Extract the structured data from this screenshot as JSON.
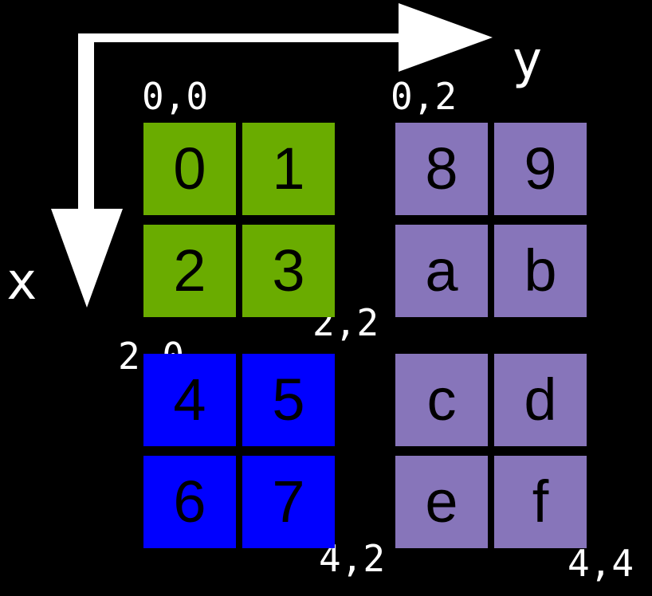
{
  "axes": {
    "y_label": "y",
    "x_label": "x"
  },
  "coords": {
    "c00": "0,0",
    "c02": "0,2",
    "c22": "2,2",
    "c20": "2,0",
    "c42": "4,2",
    "c44": "4,4"
  },
  "blocks": {
    "green": {
      "color": "#6aac00",
      "cells": [
        "0",
        "1",
        "2",
        "3"
      ]
    },
    "blue": {
      "color": "#0000ff",
      "cells": [
        "4",
        "5",
        "6",
        "7"
      ]
    },
    "purple_top": {
      "color": "#8775ba",
      "cells": [
        "8",
        "9",
        "a",
        "b"
      ]
    },
    "purple_bottom": {
      "color": "#8775ba",
      "cells": [
        "c",
        "d",
        "e",
        "f"
      ]
    }
  },
  "background": "#000000",
  "arrow_color": "#ffffff"
}
